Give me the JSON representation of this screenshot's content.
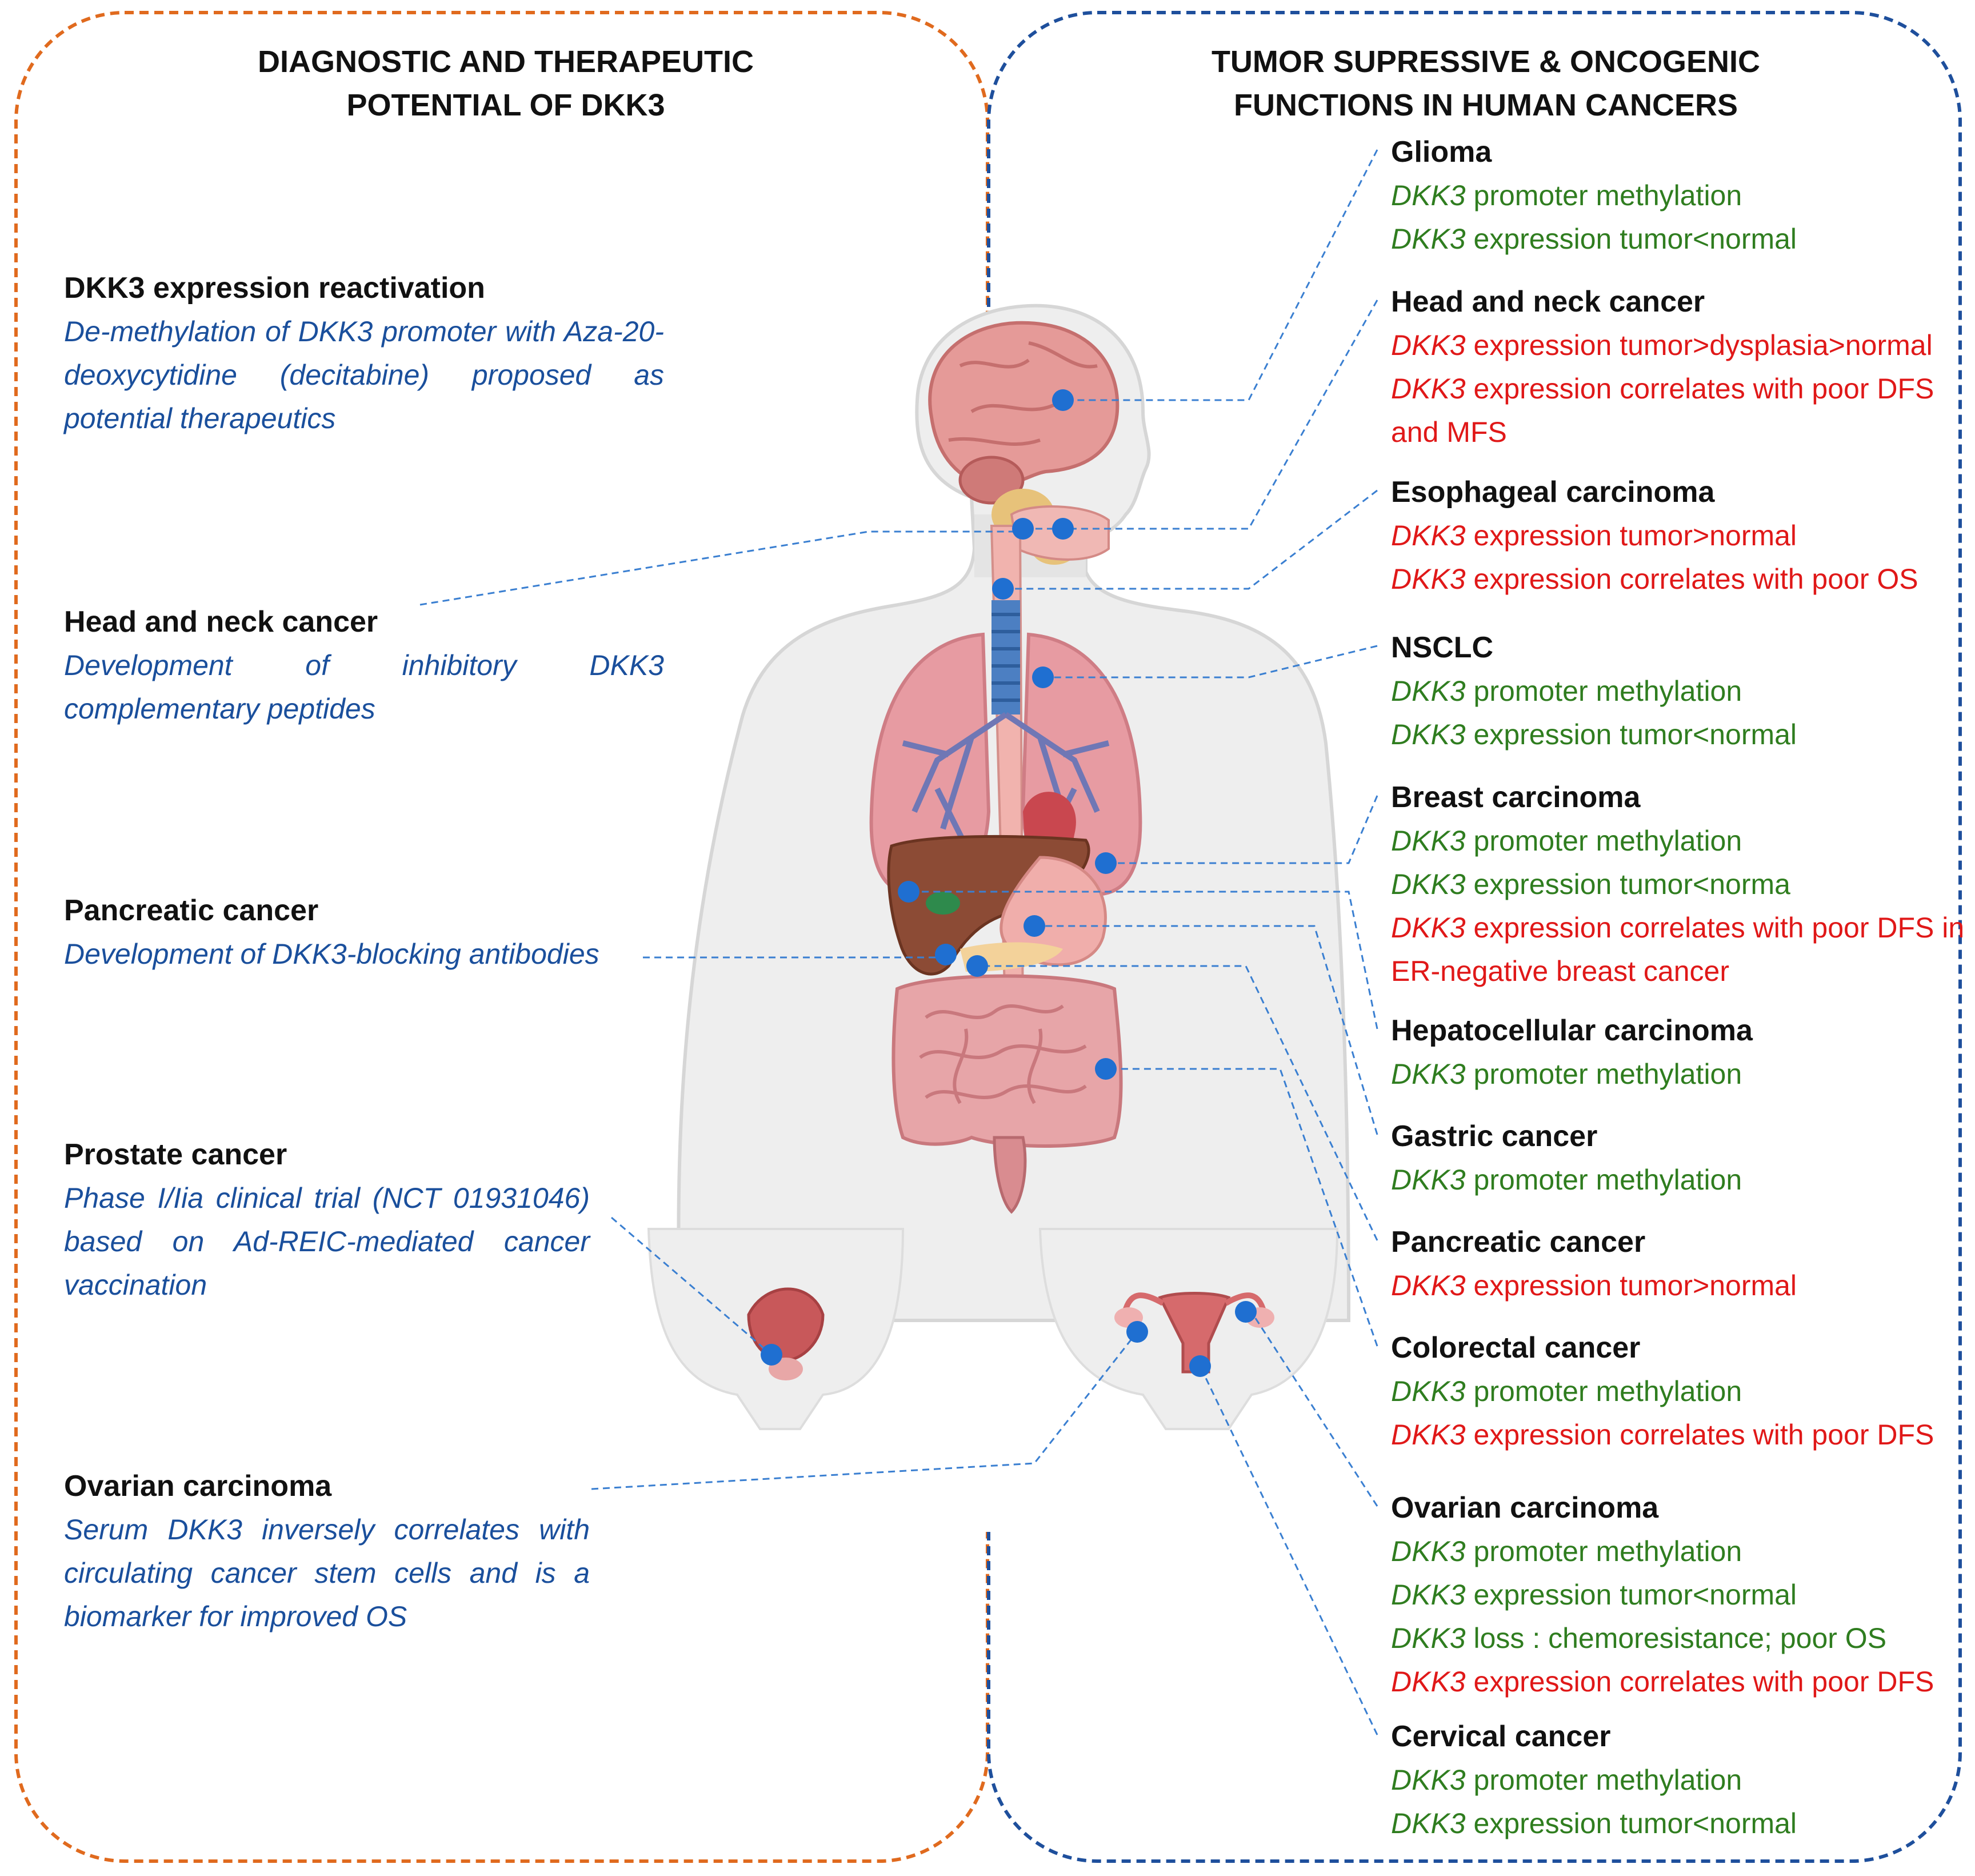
{
  "left_panel": {
    "title_lines": [
      "DIAGNOSTIC AND THERAPEUTIC",
      "POTENTIAL OF DKK3"
    ],
    "entries": [
      {
        "heading": "DKK3 expression reactivation",
        "description": "De-methylation of DKK3 promoter with Aza-20-deoxycytidine (decitabine) proposed as potential therapeutics"
      },
      {
        "heading": "Head and neck cancer",
        "description": "Development of inhibitory DKK3 complementary peptides"
      },
      {
        "heading": "Pancreatic cancer",
        "description": "Development of DKK3-blocking antibodies"
      },
      {
        "heading": "Prostate cancer",
        "description": "Phase I/Iia clinical trial (NCT 01931046) based on Ad-REIC-mediated cancer vaccination"
      },
      {
        "heading": "Ovarian carcinoma",
        "description": "Serum DKK3 inversely correlates with circulating cancer stem cells and is a biomarker for improved OS"
      }
    ]
  },
  "right_panel": {
    "title_lines": [
      "TUMOR SUPRESSIVE & ONCOGENIC",
      "FUNCTIONS IN HUMAN CANCERS"
    ],
    "gene": "DKK3",
    "entries": [
      {
        "heading": "Glioma",
        "lines": [
          {
            "text": " promoter methylation",
            "color": "green"
          },
          {
            "text": " expression tumor<normal",
            "color": "green"
          }
        ]
      },
      {
        "heading": "Head and neck cancer",
        "lines": [
          {
            "text": " expression tumor>dysplasia>normal",
            "color": "red"
          },
          {
            "text": " expression correlates with poor DFS and MFS",
            "color": "red"
          }
        ]
      },
      {
        "heading": "Esophageal carcinoma",
        "lines": [
          {
            "text": " expression tumor>normal",
            "color": "red"
          },
          {
            "text": " expression correlates with poor OS",
            "color": "red"
          }
        ]
      },
      {
        "heading": "NSCLC",
        "lines": [
          {
            "text": " promoter methylation",
            "color": "green"
          },
          {
            "text": " expression tumor<normal",
            "color": "green"
          }
        ]
      },
      {
        "heading": "Breast carcinoma",
        "lines": [
          {
            "text": " promoter methylation",
            "color": "green"
          },
          {
            "text": " expression tumor<norma",
            "color": "green"
          },
          {
            "text": " expression correlates with poor DFS in ER-negative breast cancer",
            "color": "red"
          }
        ]
      },
      {
        "heading": "Hepatocellular carcinoma",
        "lines": [
          {
            "text": " promoter methylation",
            "color": "green"
          }
        ]
      },
      {
        "heading": "Gastric cancer",
        "lines": [
          {
            "text": " promoter methylation",
            "color": "green"
          }
        ]
      },
      {
        "heading": "Pancreatic cancer",
        "lines": [
          {
            "text": " expression tumor>normal",
            "color": "red"
          }
        ]
      },
      {
        "heading": "Colorectal cancer",
        "lines": [
          {
            "text": " promoter methylation",
            "color": "green"
          },
          {
            "text": " expression correlates with poor DFS",
            "color": "red"
          }
        ]
      },
      {
        "heading": "Ovarian carcinoma",
        "lines": [
          {
            "text": " promoter methylation",
            "color": "green"
          },
          {
            "text": " expression tumor<normal",
            "color": "green"
          },
          {
            "text": " loss : chemoresistance; poor OS",
            "color": "green"
          },
          {
            "text": " expression correlates with poor DFS",
            "color": "red"
          }
        ]
      },
      {
        "heading": "Cervical cancer",
        "lines": [
          {
            "text": " promoter methylation",
            "color": "green"
          },
          {
            "text": " expression tumor<normal",
            "color": "green"
          }
        ]
      }
    ]
  },
  "colors": {
    "left_border": "#e06a1e",
    "right_border": "#1e4f9c",
    "description_blue": "#1a4f9c",
    "tumor_suppressive_green": "#2f7d1f",
    "oncogenic_red": "#e01818",
    "marker_dot": "#1f6fd1",
    "leader_line": "#3a7fd1"
  }
}
